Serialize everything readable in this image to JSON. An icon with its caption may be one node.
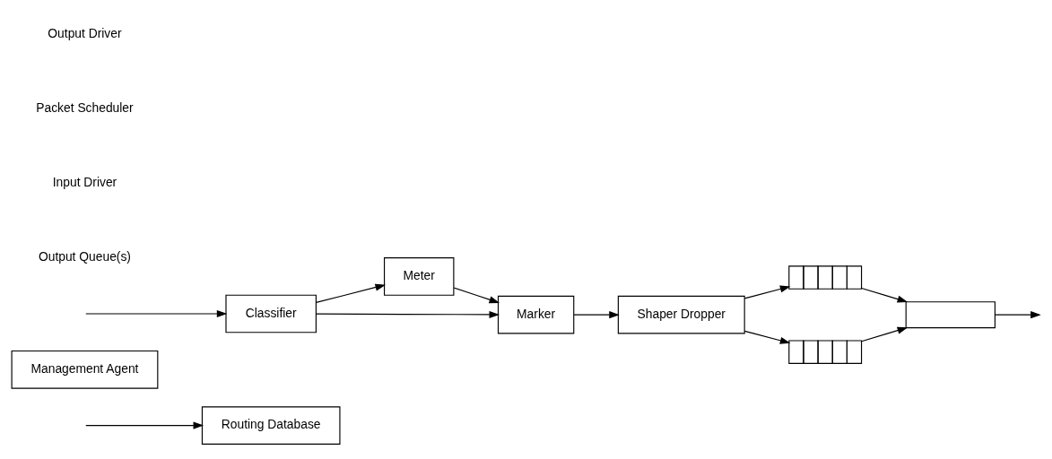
{
  "diagram": {
    "nodes": [
      {
        "text": [
          "Routing Database"
        ]
      },
      {
        "text": [
          "Management Agent"
        ]
      },
      {
        "text": [
          "Meter"
        ]
      },
      {
        "text": [
          "Classifier"
        ]
      },
      {
        "text": [
          "Marker"
        ]
      },
      {
        "text": [
          "Shaper Dropper"
        ]
      },
      {
        "text": [],
        "shape": "box"
      },
      {
        "text": [],
        "shape": "box"
      },
      {
        "text": [],
        "shape": "box"
      }
    ],
    "edges": [
      {
        "from": null,
        "to": 0,
        "arrow": "to"
      },
      {
        "from": null,
        "to": 3,
        "arrow": "to"
      },
      {
        "from": 3,
        "to": 2,
        "arrow": "to"
      },
      {
        "from": 2,
        "to": 4,
        "arrow": "to"
      },
      {
        "from": 3,
        "to": 4,
        "arrow": "to"
      },
      {
        "from": 4,
        "to": 5,
        "arrow": "to"
      },
      {
        "from": 5,
        "to": 6,
        "arrow": "to"
      },
      {
        "from": 5,
        "to": 7,
        "arrow": "to"
      },
      {
        "from": 6,
        "to": 8,
        "arrow": "to"
      },
      {
        "from": 7,
        "to": 8,
        "arrow": "to"
      },
      {
        "from": 8,
        "to": null,
        "arrow": "to"
      }
    ],
    "labels": [
      "Output Queue(s)",
      "Input Driver",
      "Packet Scheduler",
      "Output Driver"
    ]
  }
}
